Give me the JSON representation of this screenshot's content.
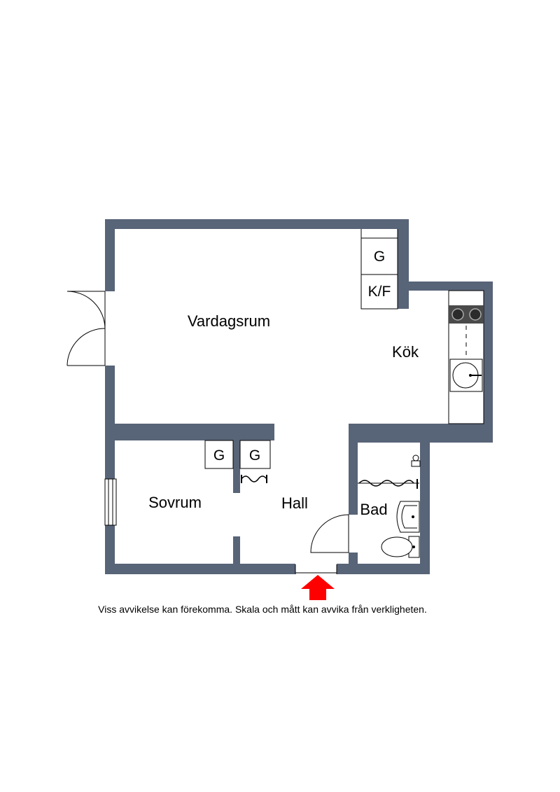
{
  "rooms": {
    "vardagsrum": "Vardagsrum",
    "kok": "Kök",
    "sovrum": "Sovrum",
    "hall": "Hall",
    "bad": "Bad"
  },
  "fixtures": {
    "wardrobe_living": "G",
    "fridge_freezer": "K/F",
    "wardrobe_hall_1": "G",
    "wardrobe_hall_2": "G"
  },
  "colors": {
    "wall": "#586477",
    "entrance_arrow": "#ff0000"
  },
  "disclaimer": "Viss avvikelse kan förekomma. Skala och mått kan avvika från verkligheten."
}
